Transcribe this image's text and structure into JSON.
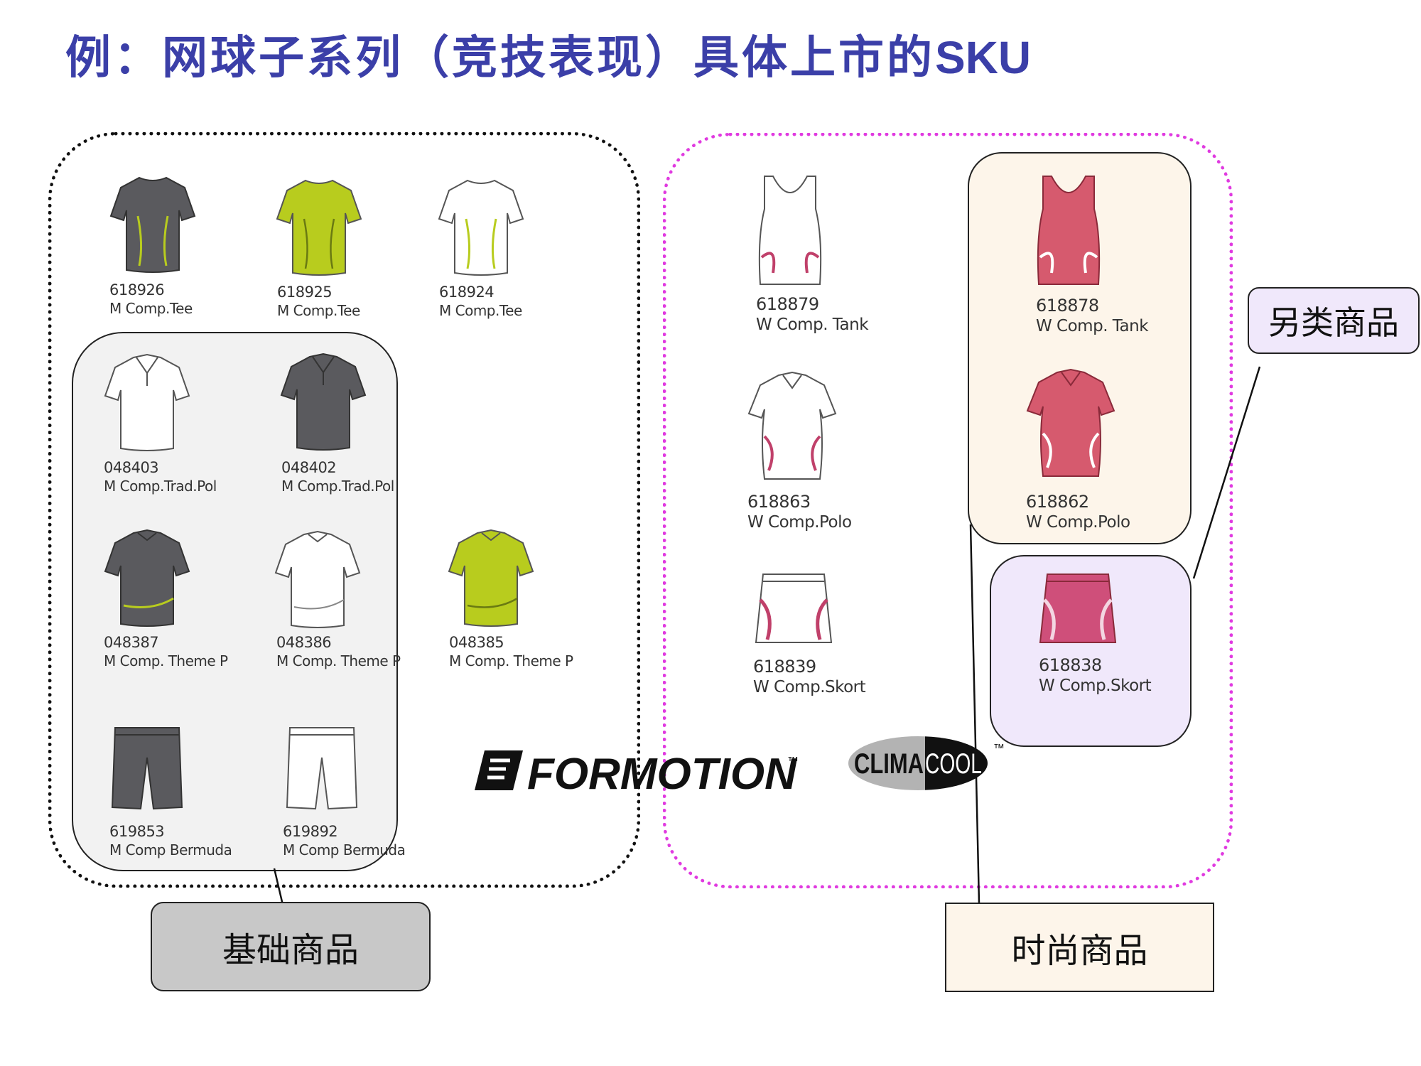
{
  "title": {
    "prefix": "例：网球子系列（竞技表现）具体上市的",
    "suffix": "SKU"
  },
  "groups": {
    "basic": "基础商品",
    "fashion": "时尚商品",
    "alternative": "另类商品"
  },
  "logos": {
    "formotion": {
      "text": "FORMOTION",
      "tm": "™",
      "icon": "formotion-logo-icon"
    },
    "climacool": {
      "text_left": "CLIMA",
      "text_right": "COOL",
      "tm": "™",
      "icon": "climacool-logo-icon"
    }
  },
  "colors": {
    "title": "#3b3fa8",
    "fashion_border": "#e03ae0",
    "dark_grey": "#5a5a5e",
    "lime": "#b8cc1e",
    "pink": "#d65a6e"
  },
  "products": [
    {
      "code": "618926",
      "name": "M Comp.Tee",
      "type": "tee",
      "color": "dark-grey"
    },
    {
      "code": "618925",
      "name": "M Comp.Tee",
      "type": "tee",
      "color": "lime"
    },
    {
      "code": "618924",
      "name": "M Comp.Tee",
      "type": "tee",
      "color": "white"
    },
    {
      "code": "048403",
      "name": "M Comp.Trad.Pol",
      "type": "polo",
      "color": "white"
    },
    {
      "code": "048402",
      "name": "M Comp.Trad.Pol",
      "type": "polo",
      "color": "dark-grey"
    },
    {
      "code": "048387",
      "name": "M Comp. Theme P",
      "type": "polo",
      "color": "dark-grey"
    },
    {
      "code": "048386",
      "name": "M Comp. Theme P",
      "type": "polo",
      "color": "white"
    },
    {
      "code": "048385",
      "name": "M Comp. Theme P",
      "type": "polo",
      "color": "lime"
    },
    {
      "code": "619853",
      "name": "M Comp Bermuda",
      "type": "shorts",
      "color": "dark-grey"
    },
    {
      "code": "619892",
      "name": "M Comp Bermuda",
      "type": "shorts",
      "color": "white"
    },
    {
      "code": "618879",
      "name": "W Comp. Tank",
      "type": "tank",
      "color": "white"
    },
    {
      "code": "618878",
      "name": "W Comp. Tank",
      "type": "tank",
      "color": "pink"
    },
    {
      "code": "618863",
      "name": "W Comp.Polo",
      "type": "wpolo",
      "color": "white"
    },
    {
      "code": "618862",
      "name": "W Comp.Polo",
      "type": "wpolo",
      "color": "pink"
    },
    {
      "code": "618839",
      "name": "W Comp.Skort",
      "type": "skort",
      "color": "white"
    },
    {
      "code": "618838",
      "name": "W Comp.Skort",
      "type": "skort",
      "color": "pink"
    }
  ]
}
